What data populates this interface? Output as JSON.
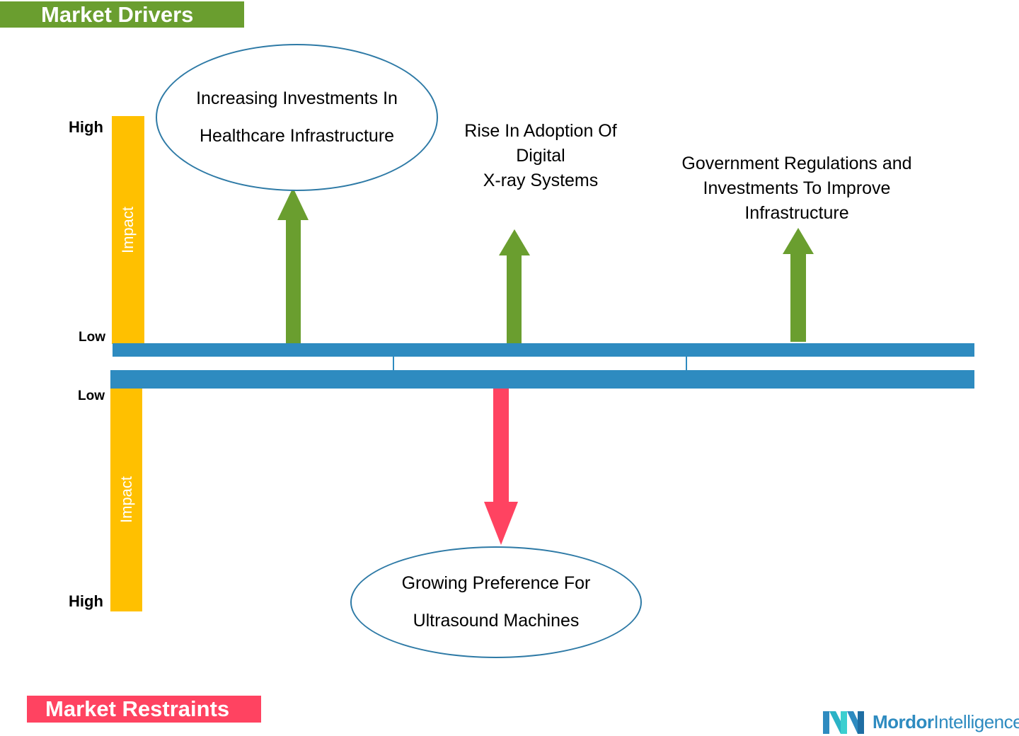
{
  "banners": {
    "drivers": "Market Drivers",
    "restraints": "Market Restraints"
  },
  "axis": {
    "top": {
      "label": "Impact",
      "high": "High",
      "low": "Low"
    },
    "bottom": {
      "label": "Impact",
      "low": "Low",
      "high": "High"
    }
  },
  "drivers": [
    {
      "lines": [
        "Increasing Investments In",
        "Healthcare Infrastructure"
      ],
      "style": "ellipse"
    },
    {
      "lines": [
        "Rise In Adoption Of",
        "Digital",
        "X-ray Systems"
      ]
    },
    {
      "lines": [
        "Government Regulations and",
        "Investments To Improve",
        "Infrastructure"
      ]
    }
  ],
  "restraints": [
    {
      "lines": [
        "Growing Preference For",
        "Ultrasound Machines"
      ],
      "style": "ellipse"
    }
  ],
  "logo": {
    "part1": "Mordor",
    "part2": "Intelligence",
    "icon": "mordor-intelligence-logo-icon"
  },
  "colors": {
    "drivers": "#6a9e2f",
    "restraints": "#ff4361",
    "axis": "#ffc000",
    "timeline": "#2e8bc0",
    "ellipse_border": "#2e7aa6"
  }
}
